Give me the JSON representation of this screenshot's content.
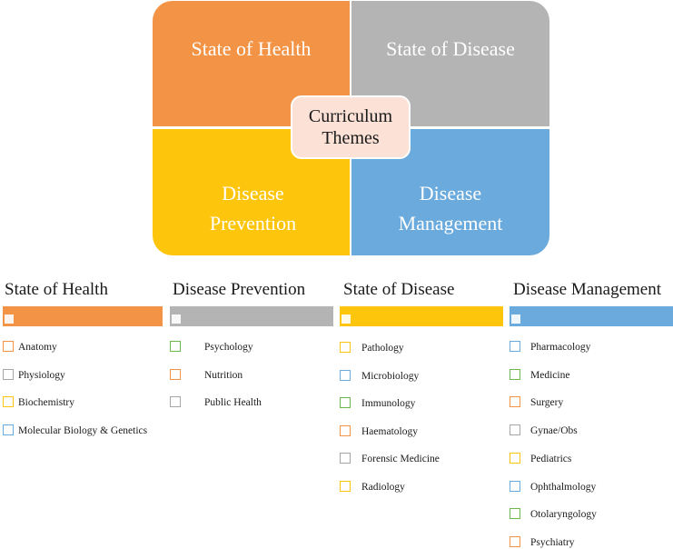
{
  "diagram": {
    "quadrants": {
      "health": {
        "line1": "State of Health",
        "line2": ""
      },
      "disease": {
        "line1": "State of Disease",
        "line2": ""
      },
      "prevention": {
        "line1": "Disease",
        "line2": "Prevention"
      },
      "management": {
        "line1": "Disease",
        "line2": "Management"
      }
    },
    "center": {
      "line1": "Curriculum",
      "line2": "Themes"
    },
    "colors": {
      "orange": "#f39345",
      "gray": "#b4b4b4",
      "yellow": "#fec50d",
      "blue": "#6aaadc",
      "center": "#fbe1d6"
    }
  },
  "legend": [
    {
      "title": "State of Health",
      "bar_color": "#f39345",
      "items": [
        {
          "label": "Anatomy",
          "color": "#f39345"
        },
        {
          "label": "Physiology",
          "color": "#a6a6a6"
        },
        {
          "label": "Biochemistry",
          "color": "#fec50d"
        },
        {
          "label": "Molecular Biology & Genetics",
          "color": "#6aaadc"
        }
      ]
    },
    {
      "title": "Disease Prevention",
      "bar_color": "#b4b4b4",
      "items": [
        {
          "label": "Psychology",
          "color": "#6cb64a"
        },
        {
          "label": "Nutrition",
          "color": "#f39345"
        },
        {
          "label": "Public Health",
          "color": "#a6a6a6"
        }
      ]
    },
    {
      "title": "State of Disease",
      "bar_color": "#fec50d",
      "items": [
        {
          "label": "Pathology",
          "color": "#fec50d"
        },
        {
          "label": "Microbiology",
          "color": "#6aaadc"
        },
        {
          "label": "Immunology",
          "color": "#6cb64a"
        },
        {
          "label": "Haematology",
          "color": "#f39345"
        },
        {
          "label": "Forensic Medicine",
          "color": "#a6a6a6"
        },
        {
          "label": "Radiology",
          "color": "#fec50d"
        }
      ]
    },
    {
      "title": "Disease Management",
      "bar_color": "#6aaadc",
      "items": [
        {
          "label": "Pharmacology",
          "color": "#6aaadc"
        },
        {
          "label": "Medicine",
          "color": "#6cb64a"
        },
        {
          "label": "Surgery",
          "color": "#f39345"
        },
        {
          "label": "Gynae/Obs",
          "color": "#a6a6a6"
        },
        {
          "label": "Pediatrics",
          "color": "#fec50d"
        },
        {
          "label": "Ophthalmology",
          "color": "#6aaadc"
        },
        {
          "label": "Otolaryngology",
          "color": "#6cb64a"
        },
        {
          "label": "Psychiatry",
          "color": "#f39345"
        }
      ]
    }
  ]
}
